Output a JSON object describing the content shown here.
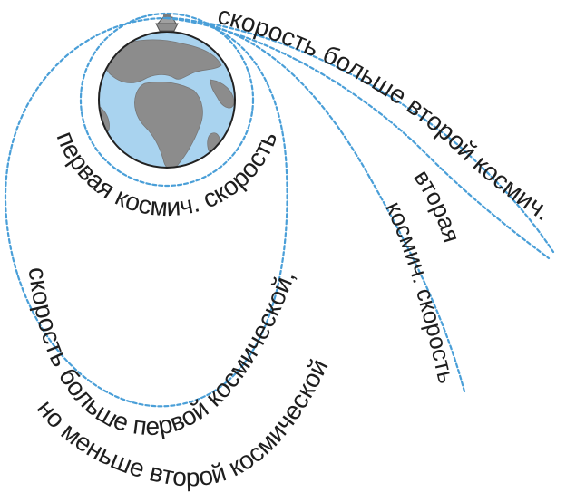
{
  "labels": {
    "circular": "первая космич. скорость",
    "ellipse_line1": "скорость больше первой космической,",
    "ellipse_line2": "но меньше второй космической",
    "parabolic_line1": "вторая",
    "parabolic_line2": "космич. скорость",
    "hyperbolic": "скорость больше второй космич."
  },
  "colors": {
    "orbit": "#4a9fd8",
    "ocean": "#a9d3ef",
    "land": "#8c8c8c",
    "text": "#1e1e1e"
  },
  "icons": {
    "planet": "earth-globe-icon",
    "spacecraft": "satellite-icon"
  }
}
